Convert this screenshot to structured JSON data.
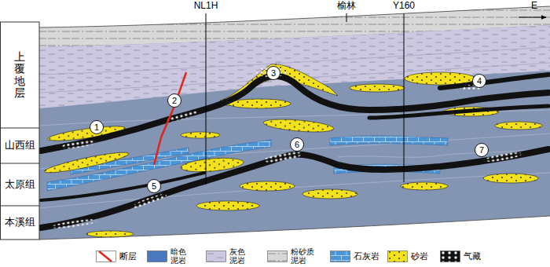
{
  "diagram": {
    "nodes": [
      {
        "text": [
          "上覆地层"
        ]
      },
      {
        "text": [
          "山西组"
        ]
      },
      {
        "text": [
          "太原组"
        ]
      },
      {
        "text": [
          "本溪组"
        ]
      },
      {
        "text": [
          "1"
        ]
      },
      {
        "text": [
          "2"
        ]
      },
      {
        "text": [
          "3"
        ]
      },
      {
        "text": [
          "4"
        ]
      },
      {
        "text": [
          "5"
        ]
      },
      {
        "text": [
          "6"
        ]
      },
      {
        "text": [
          "7"
        ]
      }
    ],
    "labels": [
      "NL1H",
      "榆林",
      "Y160",
      "E"
    ],
    "legend": [
      {
        "text": "断层"
      },
      {
        "text": "暗色泥岩",
        "color": "#4a78bd"
      },
      {
        "text": "灰色泥岩"
      },
      {
        "text": "粉砂质泥岩"
      },
      {
        "text": "石灰岩"
      },
      {
        "text": "砂岩"
      },
      {
        "text": "气藏"
      }
    ]
  }
}
